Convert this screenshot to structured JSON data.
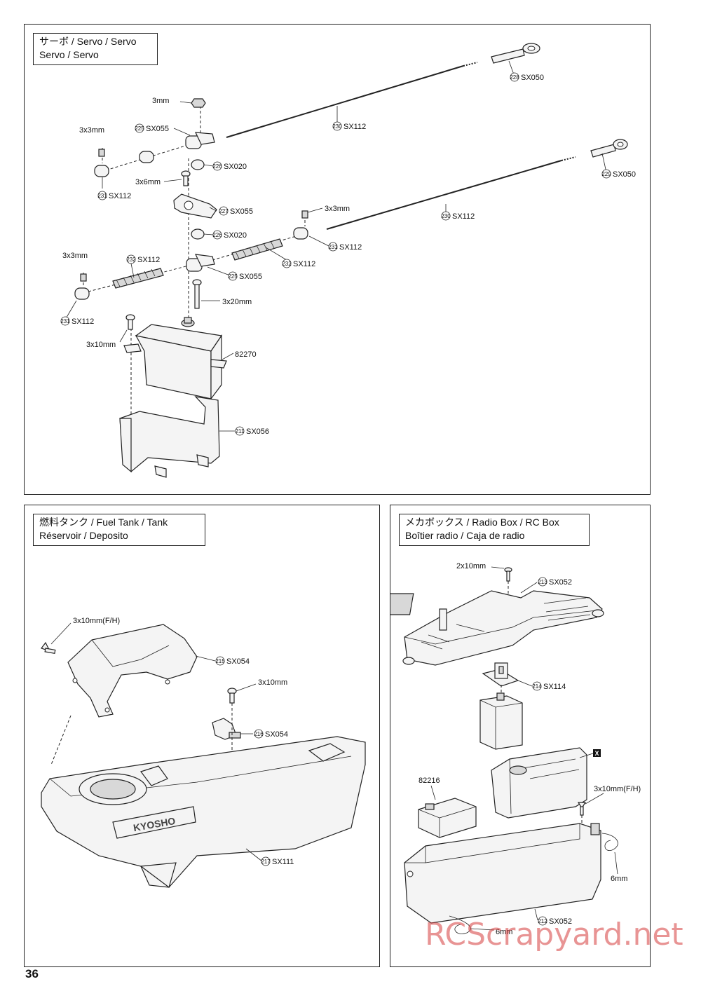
{
  "page": {
    "number": "36"
  },
  "servo_panel": {
    "title_line1": "サーボ / Servo  /  Servo",
    "title_line2": "Servo  /  Servo",
    "labels": {
      "l3mm": "3mm",
      "l3x3_a": "3x3mm",
      "l3x6": "3x6mm",
      "l3x3_b": "3x3mm",
      "l3x3_c": "3x3mm",
      "l3x20": "3x20mm",
      "l3x10": "3x10mm",
      "p82270": "82270"
    },
    "callouts": [
      {
        "num": "228",
        "code": "SX050"
      },
      {
        "num": "225",
        "code": "SX055"
      },
      {
        "num": "230",
        "code": "SX112"
      },
      {
        "num": "226",
        "code": "SX020"
      },
      {
        "num": "229",
        "code": "SX050"
      },
      {
        "num": "231",
        "code": "SX112"
      },
      {
        "num": "227",
        "code": "SX055"
      },
      {
        "num": "230",
        "code": "SX112"
      },
      {
        "num": "226",
        "code": "SX020"
      },
      {
        "num": "231",
        "code": "SX112"
      },
      {
        "num": "232",
        "code": "SX112"
      },
      {
        "num": "232",
        "code": "SX112"
      },
      {
        "num": "225",
        "code": "SX055"
      },
      {
        "num": "231",
        "code": "SX112"
      },
      {
        "num": "211",
        "code": "SX056"
      }
    ]
  },
  "fuel_panel": {
    "title_line1": "燃料タンク /  Fuel Tank  /  Tank",
    "title_line2": "Réservoir  /  Deposito",
    "labels": {
      "l3x10fh": "3x10mm(F/H)",
      "l3x10": "3x10mm",
      "logo": "KYOSHO"
    },
    "callouts": [
      {
        "num": "215",
        "code": "SX054"
      },
      {
        "num": "216",
        "code": "SX054"
      },
      {
        "num": "217",
        "code": "SX111"
      }
    ]
  },
  "radio_panel": {
    "title_line1": "メカボックス  / Radio Box  /  RC Box",
    "title_line2": "Boîtier radio  /  Caja de radio",
    "labels": {
      "l2x10": "2x10mm",
      "p82216": "82216",
      "l3x10fh": "3x10mm(F/H)",
      "l6mm_a": "6mm",
      "l6mm_b": "6mm",
      "x_mark": "X"
    },
    "callouts": [
      {
        "num": "213",
        "code": "SX052"
      },
      {
        "num": "214",
        "code": "SX114"
      },
      {
        "num": "212",
        "code": "SX052"
      }
    ]
  },
  "watermark": "RCScrapyard.net"
}
